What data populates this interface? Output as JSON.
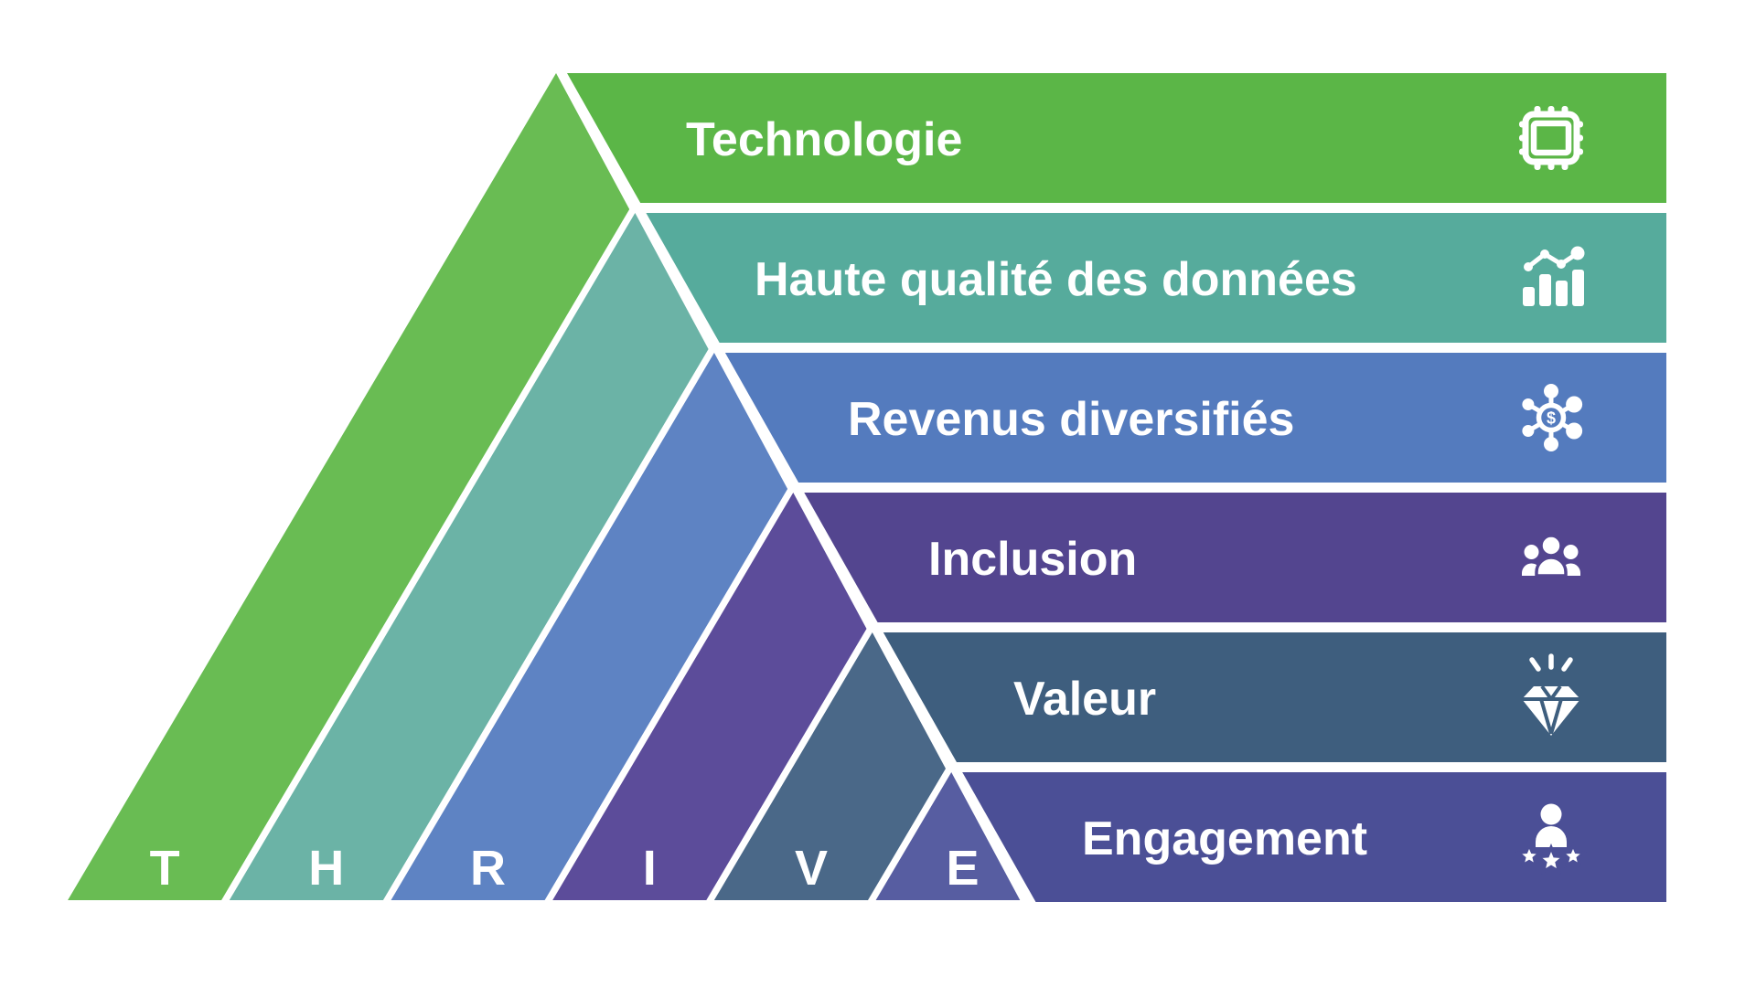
{
  "diagram": {
    "acronym": "THRIVE",
    "levels": [
      {
        "letter": "T",
        "label": "Technologie",
        "icon": "chip-icon",
        "bar_color": "#5BB647",
        "stripe_color": "#69BC53"
      },
      {
        "letter": "H",
        "label": "Haute qualité des données",
        "icon": "bar-chart-trend-icon",
        "bar_color": "#56AB9C",
        "stripe_color": "#6BB3A6"
      },
      {
        "letter": "R",
        "label": "Revenus diversifiés",
        "icon": "network-dollar-icon",
        "bar_color": "#547BBE",
        "stripe_color": "#5E83C3"
      },
      {
        "letter": "I",
        "label": "Inclusion",
        "icon": "people-group-icon",
        "bar_color": "#53458F",
        "stripe_color": "#5C4C9A"
      },
      {
        "letter": "V",
        "label": "Valeur",
        "icon": "diamond-sparkle-icon",
        "bar_color": "#3E5E7E",
        "stripe_color": "#4A6888"
      },
      {
        "letter": "E",
        "label": "Engagement",
        "icon": "person-stars-icon",
        "bar_color": "#4B4F96",
        "stripe_color": "#575DA1"
      }
    ],
    "network_icon_symbol": "$",
    "background_color": "#FFFFFF",
    "text_color": "#FFFFFF"
  }
}
